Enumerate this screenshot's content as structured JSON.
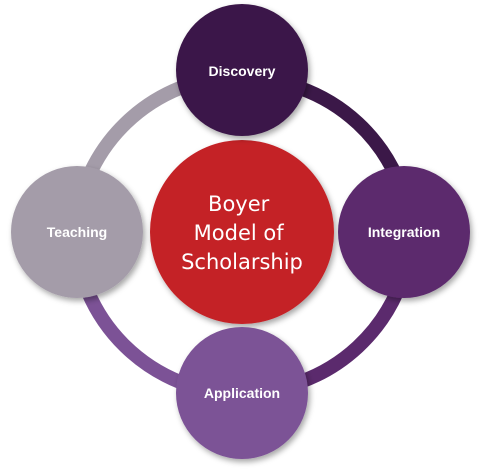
{
  "center": {
    "lines": [
      "Boyer",
      "Model of",
      "Scholarship"
    ],
    "color": "#c42026"
  },
  "nodes": [
    {
      "id": "discovery",
      "label": "Discovery",
      "color": "#3b1848"
    },
    {
      "id": "integration",
      "label": "Integration",
      "color": "#5b2a6d"
    },
    {
      "id": "application",
      "label": "Application",
      "color": "#7c5296"
    },
    {
      "id": "teaching",
      "label": "Teaching",
      "color": "#a49ca9"
    }
  ],
  "ring": {
    "segments": [
      {
        "from": "discovery",
        "to": "integration",
        "color": "#3b1848"
      },
      {
        "from": "integration",
        "to": "application",
        "color": "#5b2a6d"
      },
      {
        "from": "application",
        "to": "teaching",
        "color": "#7c5296"
      },
      {
        "from": "teaching",
        "to": "discovery",
        "color": "#a49ca9"
      }
    ]
  }
}
